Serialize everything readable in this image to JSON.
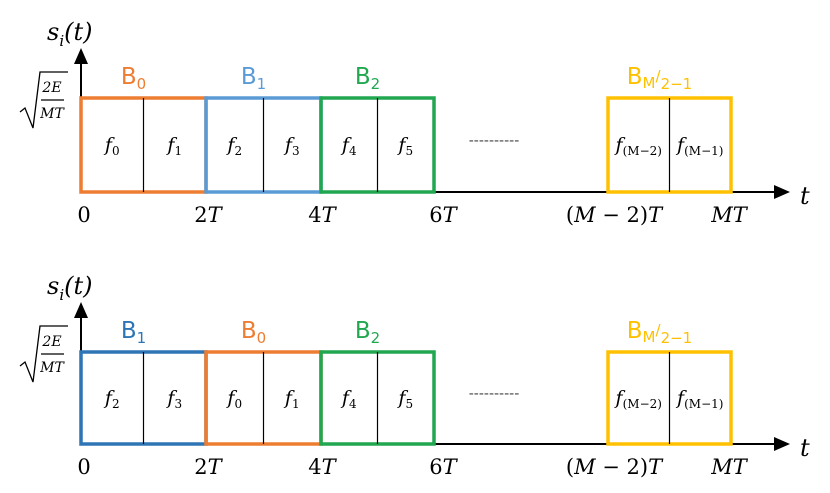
{
  "colors": {
    "B0": "#ED7D31",
    "B1": "#5B9BD5",
    "B1_alt": "#2E75B6",
    "B2": "#21A750",
    "BM": "#FFC000",
    "axis": "#000000"
  },
  "panels": [
    {
      "ylabel": "s_i(t)",
      "amplitude": "√(2E/MT)",
      "amplitude_num": "2E",
      "amplitude_den": "MT",
      "xlabel": "t",
      "blocks": [
        {
          "name": "B0",
          "label": "B",
          "sub": "0",
          "color_key": "B0",
          "freqs": [
            {
              "f": "f",
              "s": "0"
            },
            {
              "f": "f",
              "s": "1"
            }
          ]
        },
        {
          "name": "B1",
          "label": "B",
          "sub": "1",
          "color_key": "B1",
          "freqs": [
            {
              "f": "f",
              "s": "2"
            },
            {
              "f": "f",
              "s": "3"
            }
          ]
        },
        {
          "name": "B2",
          "label": "B",
          "sub": "2",
          "color_key": "B2",
          "freqs": [
            {
              "f": "f",
              "s": "4"
            },
            {
              "f": "f",
              "s": "5"
            }
          ]
        },
        {
          "name": "BM",
          "label": "B",
          "sub": "M/2−1",
          "color_key": "BM",
          "freqs": [
            {
              "f": "f",
              "s": "(M−2)"
            },
            {
              "f": "f",
              "s": "(M−1)"
            }
          ]
        }
      ],
      "ticks": [
        "0",
        "2T",
        "4T",
        "6T",
        "(M − 2)T",
        "MT"
      ],
      "ellipsis": "----------"
    },
    {
      "ylabel": "s_i(t)",
      "amplitude": "√(2E/MT)",
      "amplitude_num": "2E",
      "amplitude_den": "MT",
      "xlabel": "t",
      "blocks": [
        {
          "name": "B1",
          "label": "B",
          "sub": "1",
          "color_key": "B1_alt",
          "freqs": [
            {
              "f": "f",
              "s": "2"
            },
            {
              "f": "f",
              "s": "3"
            }
          ]
        },
        {
          "name": "B0",
          "label": "B",
          "sub": "0",
          "color_key": "B0",
          "freqs": [
            {
              "f": "f",
              "s": "0"
            },
            {
              "f": "f",
              "s": "1"
            }
          ]
        },
        {
          "name": "B2",
          "label": "B",
          "sub": "2",
          "color_key": "B2",
          "freqs": [
            {
              "f": "f",
              "s": "4"
            },
            {
              "f": "f",
              "s": "5"
            }
          ]
        },
        {
          "name": "BM",
          "label": "B",
          "sub": "M/2−1",
          "color_key": "BM",
          "freqs": [
            {
              "f": "f",
              "s": "(M−2)"
            },
            {
              "f": "f",
              "s": "(M−1)"
            }
          ]
        }
      ],
      "ticks": [
        "0",
        "2T",
        "4T",
        "6T",
        "(M − 2)T",
        "MT"
      ],
      "ellipsis": "----------"
    }
  ]
}
